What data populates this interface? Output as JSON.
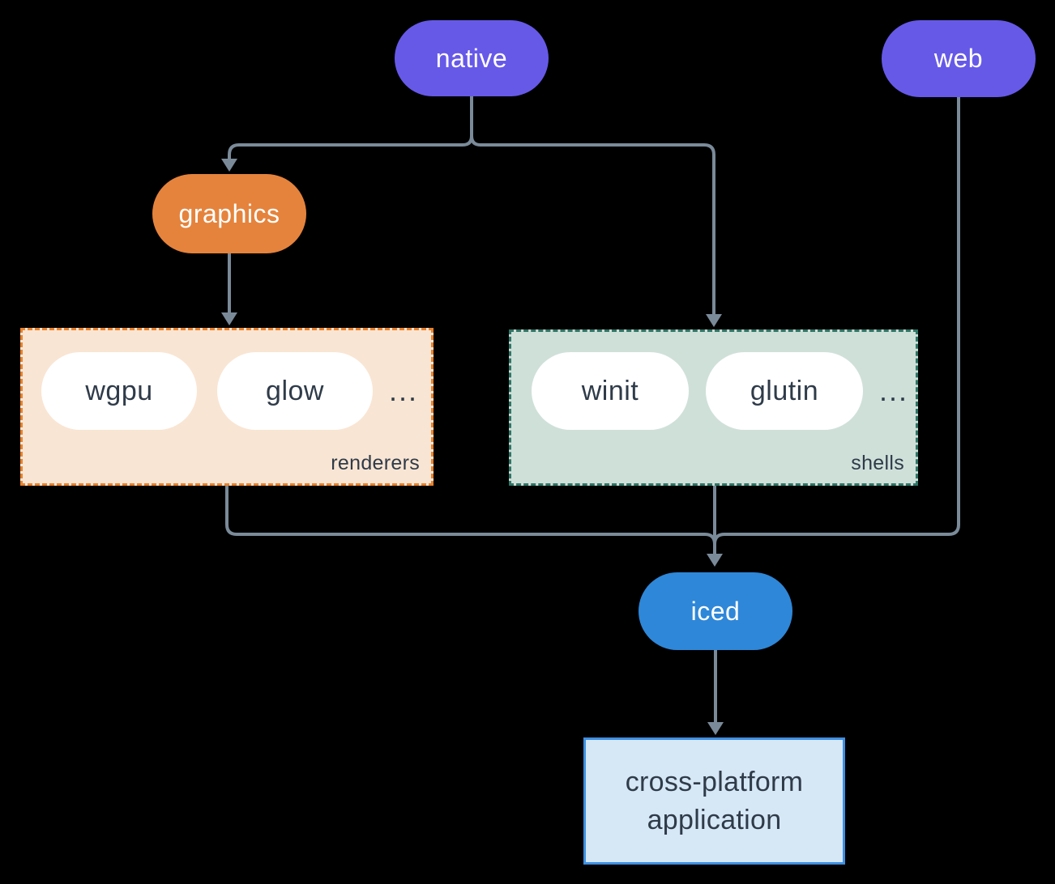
{
  "nodes": {
    "native": "native",
    "web": "web",
    "graphics": "graphics",
    "iced": "iced",
    "app_line1": "cross-platform",
    "app_line2": "application"
  },
  "groups": {
    "renderers": {
      "label": "renderers",
      "items": [
        "wgpu",
        "glow"
      ],
      "more": "..."
    },
    "shells": {
      "label": "shells",
      "items": [
        "winit",
        "glutin"
      ],
      "more": "..."
    }
  },
  "colors": {
    "background": "#000000",
    "node_purple": "#6659E8",
    "node_orange": "#E5833C",
    "node_blue": "#2E87D8",
    "renderers_fill": "#F9E5D3",
    "renderers_border": "#E8822D",
    "shells_fill": "#CFE0D9",
    "shells_border": "#2F7565",
    "app_fill": "#D6E7F6",
    "app_border": "#3E8FE1",
    "wire": "#7A8A99",
    "dark_text": "#2F3B49",
    "pill_text": "#FFFFFF"
  }
}
